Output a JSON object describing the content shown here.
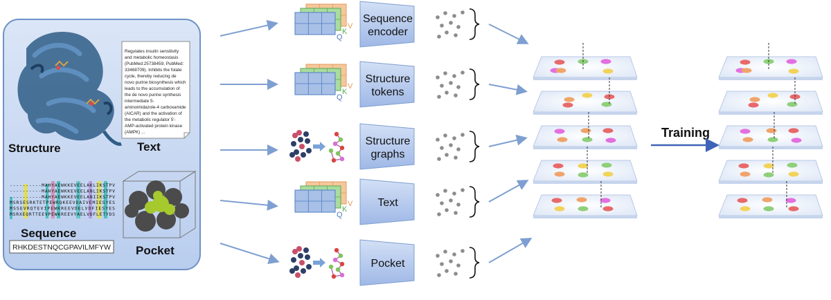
{
  "input_panel": {
    "structure_label": "Structure",
    "text_label": "Text",
    "sequence_label": "Sequence",
    "pocket_label": "Pocket",
    "sequence_value": "RHKDESTNQCGPAVILMFYW",
    "text_card_lines": [
      "Regulates insulin sensitivity",
      "and metabolic homeostasis",
      "(PubMed:25738459, PubMed:",
      "33468709). Inhibits the folate",
      "cycle, thereby reducing de",
      "novo purine biosynthesis which",
      "leads to the accumulation of",
      "the de novo purine synthesis",
      "intermediate 5-",
      "aminoimidazole-4 carboxamide",
      "(AICAR) and the activation of",
      "the metabolic regulator 5'-",
      "AMP-activated protein kinase",
      "(AMPK) ..."
    ],
    "alignment_rows": [
      "----------MAHYAEWKKEVEELAKLIKSTPV",
      "----------MAHYAEWKKEVEELANLIKSTPV",
      "----------MAHYAEWKKEVEELANIIKSTPV",
      "MSRSESRKTETPEWRQKEEVDAIVEMIESYES",
      "MSSEVRQTEVIPEWKREEVDELVDFIESYES",
      "MSRXEQRTTEEVPEWKREEVYAELVDFLETYDS"
    ]
  },
  "encoders": [
    {
      "label": "Sequence encoder",
      "icon": "qkv-matrix"
    },
    {
      "label": "Structure tokens",
      "icon": "qkv-matrix"
    },
    {
      "label": "Structure graphs",
      "icon": "molecule-graph"
    },
    {
      "label": "Text",
      "icon": "qkv-matrix"
    },
    {
      "label": "Pocket",
      "icon": "molecule-graph"
    }
  ],
  "qkv_letters": [
    "Q",
    "K",
    "V"
  ],
  "training_label": "Training",
  "colors": {
    "panel_fill": "#c9d9f2",
    "panel_border": "#6f92c6",
    "encoder_fill": "#b4c8ec",
    "arrow": "#7e9fd1",
    "training_arrow": "#3f63b8",
    "q_color": "#4f7cc4",
    "k_color": "#5aaa4e",
    "v_color": "#e59a5a",
    "dot": "#8c8c8c",
    "plane_fill": "#eef3fb",
    "blob_red": "#e8696a",
    "blob_pink": "#e36fe0",
    "blob_yellow": "#f2d35a",
    "blob_green": "#8fcf7a",
    "blob_orange": "#f0a46b"
  }
}
